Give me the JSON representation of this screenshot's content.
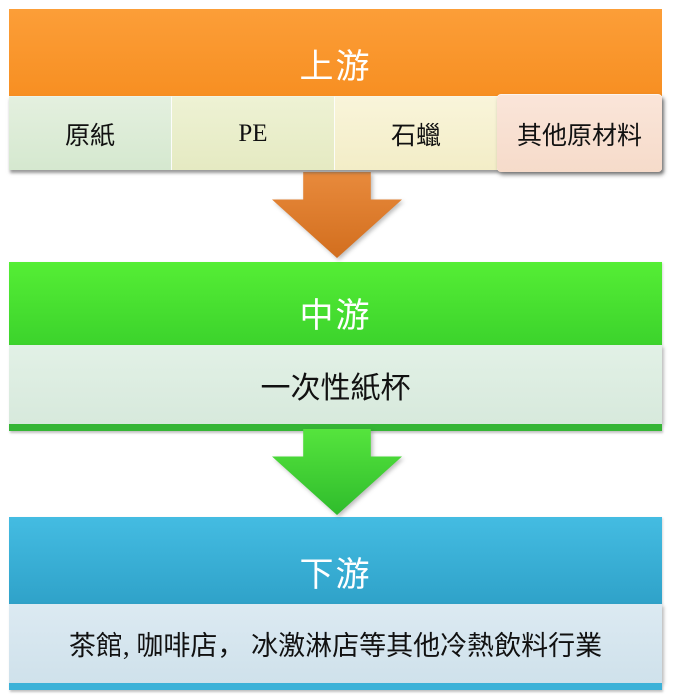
{
  "diagram": {
    "type": "vertical-flow-supply-chain",
    "groups": [
      {
        "name": "upstream",
        "header": {
          "label": "上游",
          "color": "#FB9629",
          "text_color": "#FFFFFF"
        },
        "items": [
          {
            "label": "原紙",
            "color": "#DAEAD4"
          },
          {
            "label": "PE",
            "color": "#E9EDC9"
          },
          {
            "label": "石蠟",
            "color": "#F6F1CF"
          },
          {
            "label": "其他原材料",
            "color": "#F8DFD0",
            "highlighted": true
          }
        ]
      },
      {
        "name": "midstream",
        "header": {
          "label": "中游",
          "color": "#48E22E",
          "text_color": "#FFFFFF"
        },
        "items": [
          {
            "label": "一次性紙杯",
            "color": "#DBEBDF"
          }
        ],
        "base_strip_color": "#35B535"
      },
      {
        "name": "downstream",
        "header": {
          "label": "下游",
          "color": "#3BB1D8",
          "text_color": "#FFFFFF"
        },
        "items": [
          {
            "label": "茶館, 咖啡店， 冰激淋店等其他冷熱飲料行業",
            "color": "#D4E4ED"
          }
        ],
        "base_strip_color": "#3BB1D8"
      }
    ],
    "arrows": [
      {
        "name": "upstream-to-midstream",
        "direction": "down",
        "color": "#DD7A28"
      },
      {
        "name": "midstream-to-downstream",
        "direction": "down",
        "color": "#3BC92F"
      }
    ]
  }
}
